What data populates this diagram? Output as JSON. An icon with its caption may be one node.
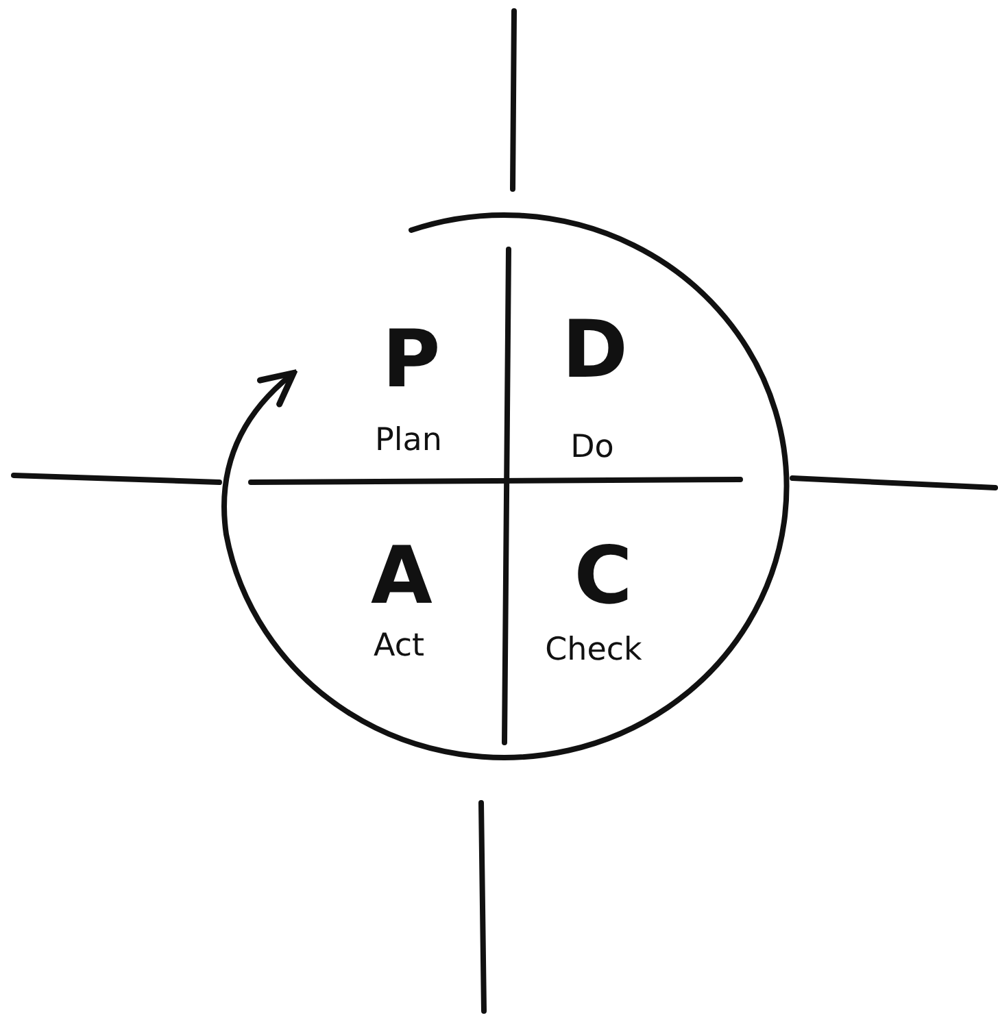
{
  "diagram": {
    "labels": [
      "P",
      "Plan",
      "D",
      "Do",
      "A",
      "Act",
      "C",
      "Check"
    ]
  }
}
